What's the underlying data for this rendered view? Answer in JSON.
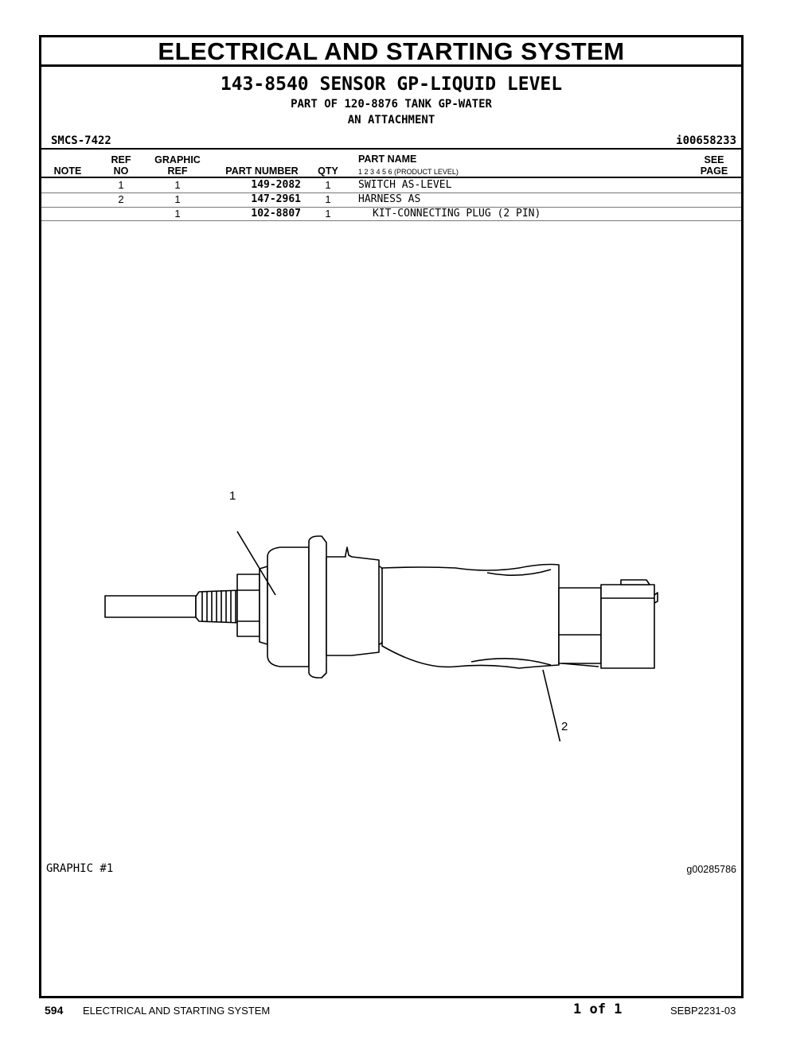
{
  "banner": "ELECTRICAL  AND  STARTING  SYSTEM",
  "title": "143-8540 SENSOR GP-LIQUID LEVEL",
  "subtitle1": "PART OF 120-8876 TANK GP-WATER",
  "subtitle2": "AN ATTACHMENT",
  "smcs": "SMCS-7422",
  "doc_id": "i00658233",
  "columns": {
    "note": "NOTE",
    "ref_no_1": "REF",
    "ref_no_2": "NO",
    "graphic_ref_1": "GRAPHIC",
    "graphic_ref_2": "REF",
    "part_number": "PART NUMBER",
    "qty": "QTY",
    "part_name": "PART NAME",
    "product_levels": "1    2    3    4    5    6   (PRODUCT LEVEL)",
    "see_page_1": "SEE",
    "see_page_2": "PAGE"
  },
  "rows": [
    {
      "note": "",
      "ref_no": "1",
      "graphic_ref": "1",
      "part_number": "149-2082",
      "qty": "1",
      "part_name": "SWITCH AS-LEVEL",
      "indent": 0,
      "see_page": ""
    },
    {
      "note": "",
      "ref_no": "2",
      "graphic_ref": "1",
      "part_number": "147-2961",
      "qty": "1",
      "part_name": "HARNESS AS",
      "indent": 0,
      "see_page": ""
    },
    {
      "note": "",
      "ref_no": "",
      "graphic_ref": "1",
      "part_number": "102-8807",
      "qty": "1",
      "part_name": "KIT-CONNECTING PLUG (2 PIN)",
      "indent": 1,
      "see_page": ""
    }
  ],
  "graphic": {
    "label": "GRAPHIC #1",
    "id": "g00285786",
    "callout_1": "1",
    "callout_2": "2"
  },
  "footer": {
    "page_number": "594",
    "section": "ELECTRICAL AND STARTING SYSTEM",
    "page_of": "1 of 1",
    "publication": "SEBP2231-03"
  }
}
